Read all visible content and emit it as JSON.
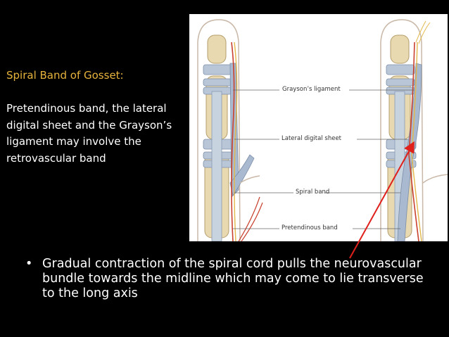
{
  "slide": {
    "title": "Spiral Band of Gosset:",
    "body": "Pretendinous band, the lateral digital sheet and the Grayson’s ligament may involve the retrovascular band",
    "bullet": "Gradual contraction of the spiral cord pulls the neurovascular bundle towards the midline which may come to lie transverse to the long axis",
    "colors": {
      "background": "#000000",
      "title": "#E6B33C",
      "text": "#FFFFFF",
      "arrow": "#E0201B"
    }
  },
  "illustration": {
    "labels": {
      "graysons_ligament": "Grayson’s ligament",
      "lateral_digital_sheet": "Lateral digital sheet",
      "spiral_band": "Spiral band",
      "pretendinous_band": "Pretendinous band"
    }
  }
}
